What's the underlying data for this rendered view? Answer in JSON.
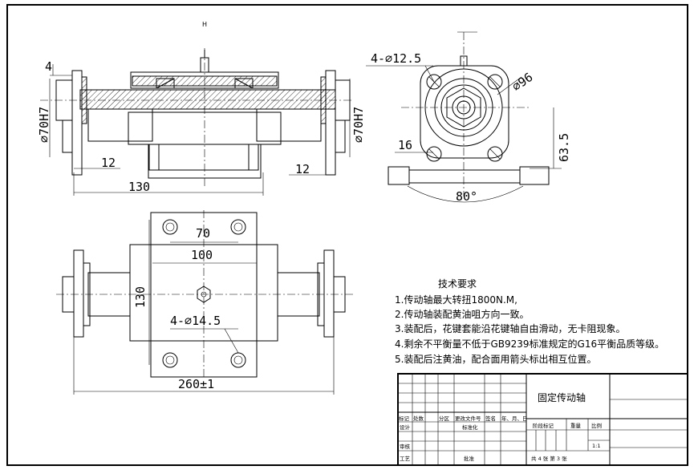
{
  "dimensions": {
    "front_top_4": "4",
    "front_left_dia": "⌀70H7",
    "front_right_dia": "⌀70H7",
    "front_left_12": "12",
    "front_right_12": "12",
    "front_130": "130",
    "side_holes": "4-⌀12.5",
    "side_dia96": "⌀96",
    "side_16": "16",
    "side_63_5": "63.5",
    "side_angle": "80°",
    "top_70": "70",
    "top_100": "100",
    "top_130": "130",
    "top_holes": "4-⌀14.5",
    "top_260": "260±1"
  },
  "tech_requirements": {
    "title": "技术要求",
    "items": [
      "1.传动轴最大转扭1800N.M,",
      "2.传动轴装配黄油咀方向一致。",
      "3.装配后，花键套能沿花键轴自由滑动，无卡阻现象。",
      "4.剩余不平衡量不低于GB9239标准规定的G16平衡品质等级。",
      "5.装配后注黄油，配合面用箭头标出相互位置。"
    ]
  },
  "title_block": {
    "drawing_name": "固定传动轴",
    "rev_headers": [
      "标记",
      "处数",
      "分区",
      "更改文件号",
      "签名",
      "年、月、日"
    ],
    "roles": [
      "设计",
      "审核",
      "工艺"
    ],
    "standardization": "标准化",
    "approval": "批准",
    "stage_mark": "阶段标记",
    "weight": "重量",
    "scale_label": "比例",
    "scale_value": "1:1",
    "sheet_info": "共 4 张    第 3 张"
  }
}
